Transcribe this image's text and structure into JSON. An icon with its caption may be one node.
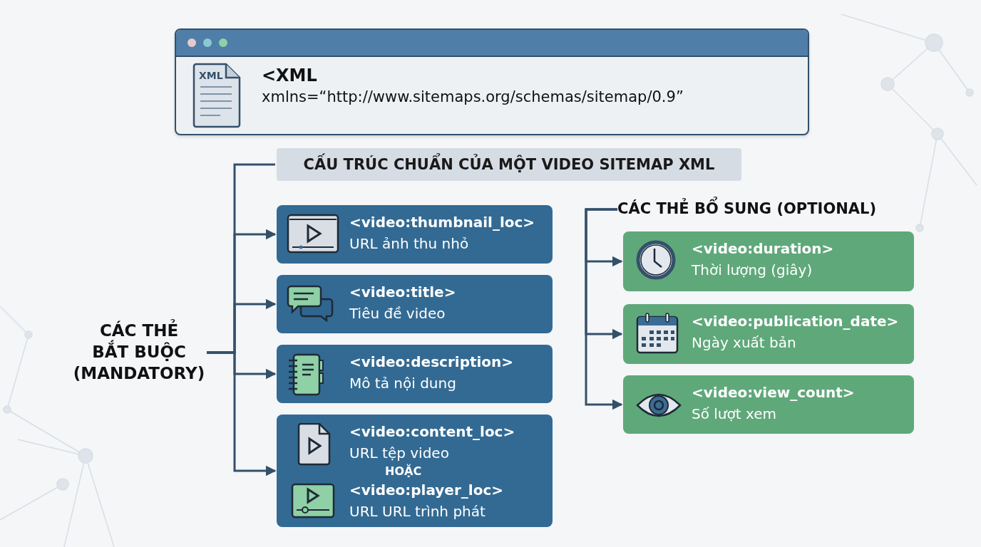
{
  "diagram": {
    "nodes": [
      {
        "text": [
          "<XML",
          "xmlns=“http://www.sitemaps.org/schemas/sitemap/0.9”"
        ]
      },
      {
        "text": [
          "CẤU TRÚC CHUẨN CỦA MỘT VIDEO SITEMAP XML"
        ]
      },
      {
        "text": [
          "CÁC THẺ BẮT BUỘC (MANDATORY)"
        ]
      },
      {
        "text": [
          "<video:thumbnail_loc>",
          "URL ảnh thu nhỏ"
        ]
      },
      {
        "text": [
          "<video:title>",
          "Tiêu đề video"
        ]
      },
      {
        "text": [
          "<video:description>",
          "Mô tả nội dung"
        ]
      },
      {
        "text": [
          "<video:content_loc>",
          "URL tệp video",
          "HOẶC",
          "<video:player_loc>",
          "URL URL trình phát"
        ]
      },
      {
        "text": [
          "CÁC THẺ BỔ SUNG (OPTIONAL)"
        ]
      },
      {
        "text": [
          "<video:duration>",
          "Thời lượng (giây)"
        ]
      },
      {
        "text": [
          "<video:publication_date>",
          "Ngày xuất bản"
        ]
      },
      {
        "text": [
          "<video:view_count>",
          "Số lượt xem"
        ]
      }
    ],
    "edges": [
      {
        "from": 2,
        "to": 1,
        "arrow": "none"
      },
      {
        "from": 2,
        "to": 3,
        "arrow": "to"
      },
      {
        "from": 2,
        "to": 4,
        "arrow": "to"
      },
      {
        "from": 2,
        "to": 5,
        "arrow": "to"
      },
      {
        "from": 2,
        "to": 6,
        "arrow": "to"
      },
      {
        "from": 7,
        "to": 8,
        "arrow": "to"
      },
      {
        "from": 7,
        "to": 9,
        "arrow": "to"
      },
      {
        "from": 7,
        "to": 10,
        "arrow": "to"
      }
    ],
    "labels": [
      "XML"
    ]
  }
}
